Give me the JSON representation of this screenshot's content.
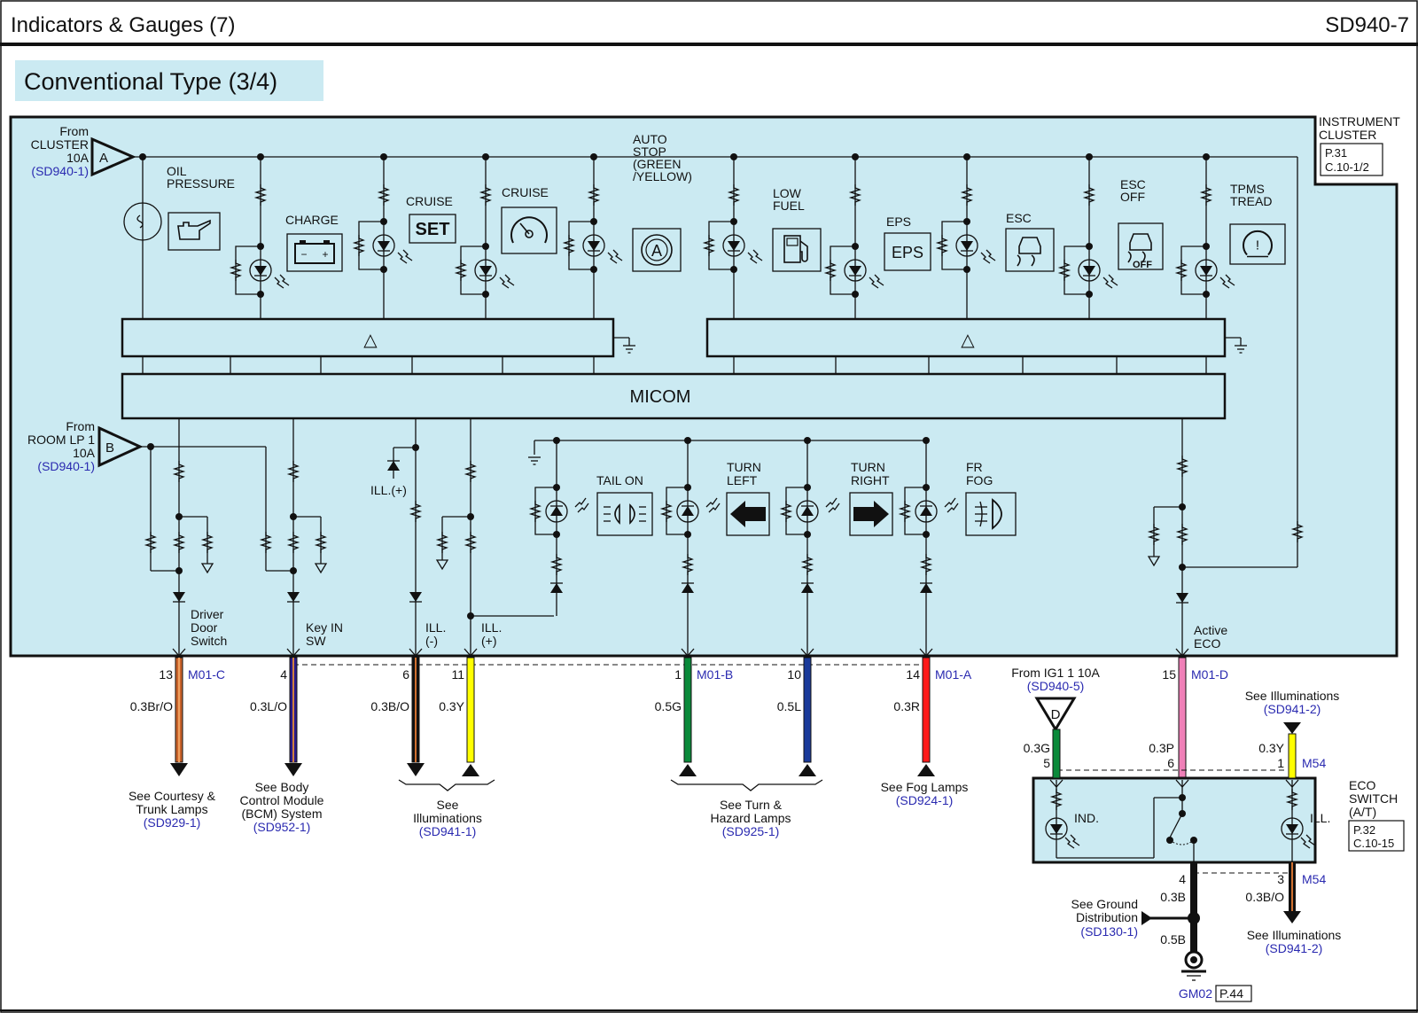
{
  "header": {
    "title": "Indicators & Gauges (7)",
    "page_code": "SD940-7"
  },
  "section": {
    "title": "Conventional Type (3/4)"
  },
  "component": {
    "name_line1": "INSTRUMENT",
    "name_line2": "CLUSTER",
    "ref_line1": "P.31",
    "ref_line2": "C.10-1/2",
    "micom_label": "MICOM",
    "buffer_symbol": "△"
  },
  "power_a": {
    "letter": "A",
    "line1": "From",
    "line2": "CLUSTER",
    "line3": "10A",
    "ref": "(SD940-1)"
  },
  "power_b": {
    "letter": "B",
    "line1": "From",
    "line2": "ROOM LP 1",
    "line3": "10A",
    "ref": "(SD940-1)"
  },
  "indicators_top": [
    {
      "lines": [
        "OIL",
        "PRESSURE"
      ],
      "icon": "oil-can-icon"
    },
    {
      "lines": [
        "CHARGE"
      ],
      "icon": "battery-icon"
    },
    {
      "lines": [
        "CRUISE"
      ],
      "icon": "set-icon",
      "icon_text": "SET"
    },
    {
      "lines": [
        "CRUISE"
      ],
      "icon": "speedometer-icon"
    },
    {
      "lines": [
        "AUTO",
        "STOP",
        "(GREEN",
        "/YELLOW)"
      ],
      "icon": "auto-stop-icon",
      "icon_text": "A"
    },
    {
      "lines": [
        "LOW",
        "FUEL"
      ],
      "icon": "fuel-pump-icon"
    },
    {
      "lines": [
        "EPS"
      ],
      "icon": "eps-icon",
      "icon_text": "EPS"
    },
    {
      "lines": [
        "ESC"
      ],
      "icon": "skid-car-icon"
    },
    {
      "lines": [
        "ESC",
        "OFF"
      ],
      "icon": "skid-car-off-icon",
      "icon_text": "OFF"
    },
    {
      "lines": [
        "TPMS",
        "TREAD"
      ],
      "icon": "tire-pressure-icon",
      "icon_text": "!"
    }
  ],
  "indicators_bottom": [
    {
      "lines": [
        "TAIL ON"
      ],
      "icon": "tail-lamp-icon"
    },
    {
      "lines": [
        "TURN",
        "LEFT"
      ],
      "icon": "arrow-left-icon"
    },
    {
      "lines": [
        "TURN",
        "RIGHT"
      ],
      "icon": "arrow-right-icon"
    },
    {
      "lines": [
        "FR",
        "FOG"
      ],
      "icon": "front-fog-icon"
    }
  ],
  "internal_labels": {
    "driver_door": [
      "Driver",
      "Door",
      "Switch"
    ],
    "key_in": [
      "Key IN",
      "SW"
    ],
    "ill_plus_diode": "ILL.(+)",
    "ill_minus": [
      "ILL.",
      "(-)"
    ],
    "ill_plus": [
      "ILL.",
      "(+)"
    ],
    "active_eco": [
      "Active",
      "ECO"
    ]
  },
  "wires": [
    {
      "pin": "13",
      "connector": "M01-C",
      "spec": "0.3Br/O",
      "color": "#c8622a",
      "stripe": "#f0a060"
    },
    {
      "pin": "4",
      "connector": "",
      "spec": "0.3L/O",
      "color": "#2a1a8a",
      "stripe": "#d08040"
    },
    {
      "pin": "6",
      "connector": "",
      "spec": "0.3B/O",
      "color": "#111111",
      "stripe": "#d07030"
    },
    {
      "pin": "11",
      "connector": "",
      "spec": "0.3Y",
      "color": "#ffff00",
      "stripe": ""
    },
    {
      "pin": "1",
      "connector": "M01-B",
      "spec": "0.5G",
      "color": "#0a8a3a",
      "stripe": ""
    },
    {
      "pin": "10",
      "connector": "",
      "spec": "0.5L",
      "color": "#1a3a9a",
      "stripe": ""
    },
    {
      "pin": "14",
      "connector": "M01-A",
      "spec": "0.3R",
      "color": "#ff1a1a",
      "stripe": ""
    },
    {
      "pin": "15",
      "connector": "M01-D",
      "spec": "0.3P",
      "color": "#f080b8",
      "stripe": ""
    }
  ],
  "destinations": [
    {
      "lines": [
        "See Courtesy &",
        "Trunk Lamps"
      ],
      "ref": "(SD929-1)"
    },
    {
      "lines": [
        "See Body",
        "Control Module",
        "(BCM) System"
      ],
      "ref": "(SD952-1)"
    },
    {
      "lines": [
        "See",
        "Illuminations"
      ],
      "ref": "(SD941-1)"
    },
    {
      "lines": [
        "See Turn &",
        "Hazard Lamps"
      ],
      "ref": "(SD925-1)"
    },
    {
      "lines": [
        "See Fog Lamps"
      ],
      "ref": "(SD924-1)"
    }
  ],
  "eco_switch": {
    "name": [
      "ECO",
      "SWITCH",
      "(A/T)"
    ],
    "ref_line1": "P.32",
    "ref_line2": "C.10-15",
    "ind_label": "IND.",
    "ill_label": "ILL.",
    "power_d": {
      "letter": "D",
      "line1": "From IG1 1 10A",
      "ref": "(SD940-5)"
    },
    "pin5": {
      "pin": "5",
      "spec": "0.3G",
      "color": "#0a8a3a"
    },
    "pin6": {
      "pin": "6",
      "spec": "0.3P",
      "color": "#f080b8"
    },
    "pin1": {
      "pin": "1",
      "spec": "0.3Y",
      "connector": "M54",
      "color": "#ffff00"
    },
    "pin4": {
      "pin": "4",
      "spec": "0.3B",
      "spec2": "0.5B",
      "color": "#111111"
    },
    "pin3": {
      "pin": "3",
      "spec": "0.3B/O",
      "connector": "M54",
      "color": "#111111",
      "stripe": "#d07030"
    },
    "ill_top": {
      "lines": [
        "See Illuminations"
      ],
      "ref": "(SD941-2)"
    },
    "ill_bottom": {
      "lines": [
        "See Illuminations"
      ],
      "ref": "(SD941-2)"
    },
    "ground_dist": {
      "lines": [
        "See Ground",
        "Distribution"
      ],
      "ref": "(SD130-1)"
    },
    "ground": {
      "name": "GM02",
      "ref": "P.44"
    }
  }
}
